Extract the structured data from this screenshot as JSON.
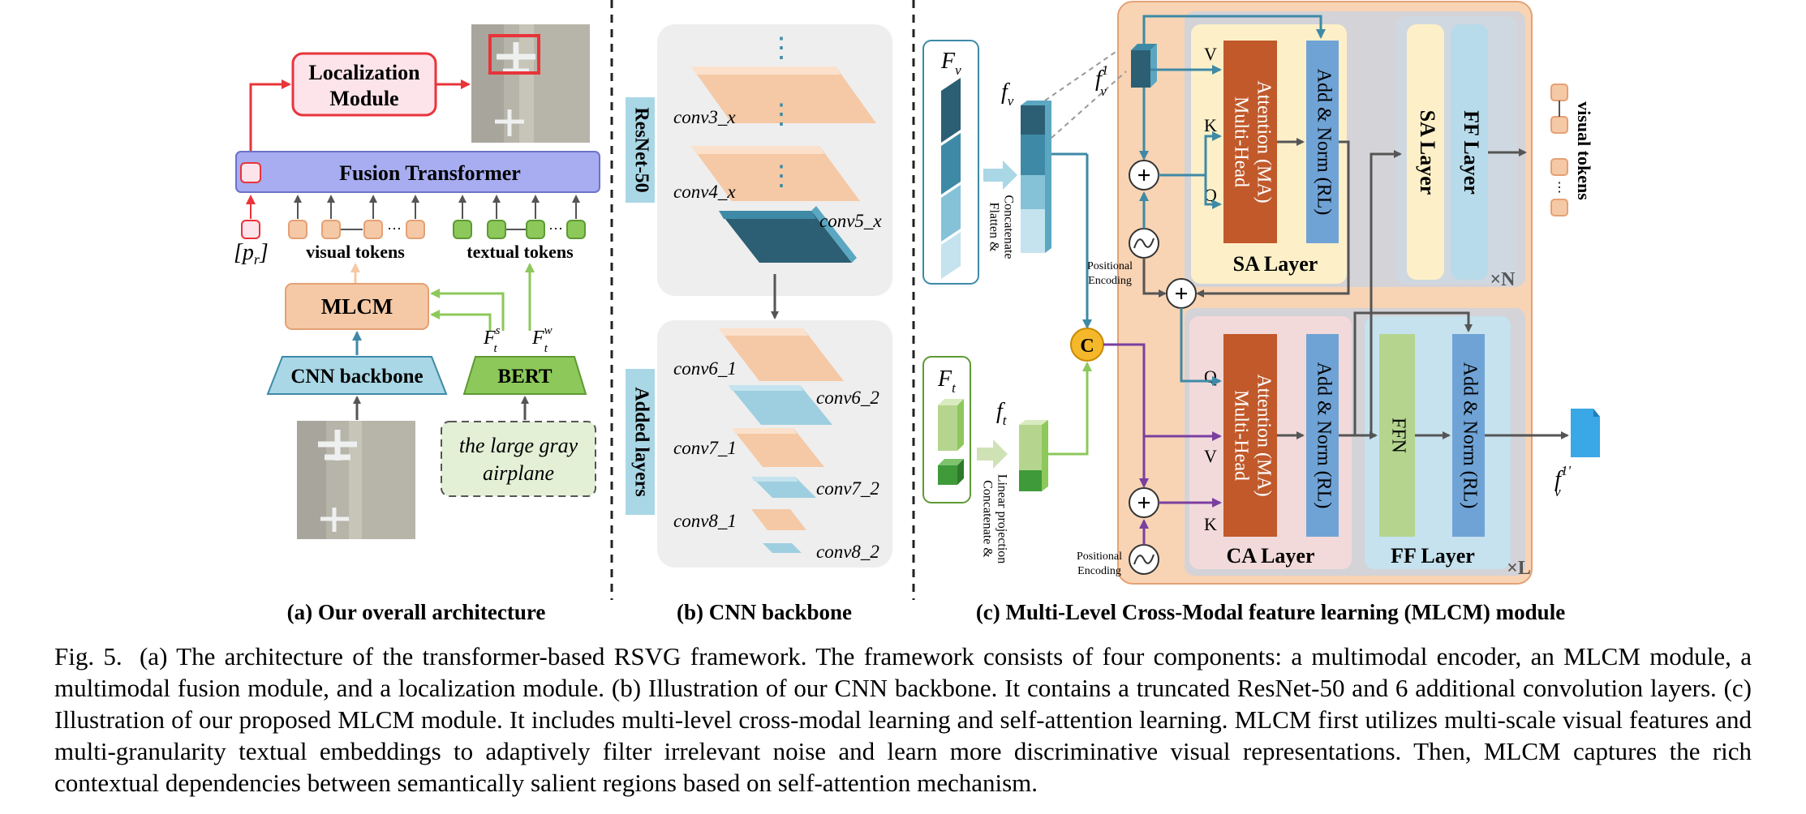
{
  "panel_a": {
    "localization_module": [
      "Localization",
      "Module"
    ],
    "fusion_transformer": "Fusion Transformer",
    "p_r": "[p",
    "p_r_sub": "r",
    "p_r_close": "]",
    "visual_tokens": "visual tokens",
    "textual_tokens": "textual tokens",
    "mlcm": "MLCM",
    "cnn_backbone": "CNN backbone",
    "bert": "BERT",
    "f_t_s": "F",
    "f_t_s_sup": "s",
    "f_t_s_sub": "t",
    "f_t_w": "F",
    "f_t_w_sup": "w",
    "f_t_w_sub": "t",
    "query_text": [
      "the large gray",
      "airplane"
    ],
    "caption": "(a) Our overall architecture"
  },
  "panel_b": {
    "dots": "⋮",
    "resnet": "ResNet-50",
    "added_layers": "Added layers",
    "conv3": "conv3_x",
    "conv4": "conv4_x",
    "conv5": "conv5_x",
    "conv6_1": "conv6_1",
    "conv6_2": "conv6_2",
    "conv7_1": "conv7_1",
    "conv7_2": "conv7_2",
    "conv8_1": "conv8_1",
    "conv8_2": "conv8_2",
    "caption": "(b) CNN backbone"
  },
  "panel_c": {
    "F_v": "F",
    "F_v_sub": "v",
    "f_v": "f",
    "f_v_sub": "v",
    "f_v1": "f",
    "f_v1_sup": "1",
    "f_v1_sub": "v",
    "F_t": "F",
    "F_t_sub": "t",
    "f_t": "f",
    "f_t_sub": "t",
    "flatten": [
      "Flatten &",
      "Concatenate"
    ],
    "concat_linear": [
      "Concatenate &",
      "Linear projection"
    ],
    "concat_symbol": "C",
    "positional_encoding": [
      "Positional",
      "Encoding"
    ],
    "V": "V",
    "K": "K",
    "Q": "Q",
    "mha": [
      "Multi-Head",
      "Attention (MA)"
    ],
    "add_norm": "Add & Norm (RL)",
    "sa_layer": "SA Layer",
    "ca_layer": "CA Layer",
    "ffn": "FFN",
    "ff_layer": "FF Layer",
    "times_n": "×N",
    "times_l": "×L",
    "visual_tokens": "visual tokens",
    "output": "f",
    "output_sup": "1'",
    "output_sub": "v",
    "caption": "(c) Multi-Level Cross-Modal feature learning (MLCM) module"
  },
  "caption": {
    "label": "Fig. 5.",
    "text": "(a) The architecture of the transformer-based RSVG framework. The framework consists of four components: a multimodal encoder, an MLCM module, a multimodal fusion module, and a localization module. (b) Illustration of our CNN backbone. It contains a truncated ResNet-50 and 6 additional convolution layers. (c) Illustration of our proposed MLCM module. It includes multi-level cross-modal learning and self-attention learning. MLCM first utilizes multi-scale visual features and multi-granularity textual embeddings to adaptively filter irrelevant noise and learn more discriminative visual representations. Then, MLCM captures the rich contextual dependencies between semantically salient regions based on self-attention mechanism."
  },
  "colors": {
    "orange_fill": "#f5c9a6",
    "blue_fill": "#a7adf0",
    "teal": "#5ba7c1",
    "green": "#8cc85a",
    "red": "#e8343a",
    "brown": "#c1592a",
    "norm_blue": "#6fa3d6",
    "purple": "#7b3fa0"
  }
}
